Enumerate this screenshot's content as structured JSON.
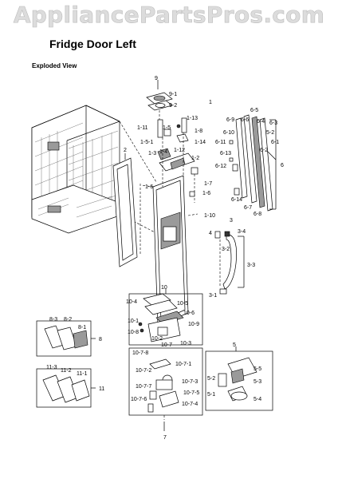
{
  "watermark": "AppliancePartsPros.com",
  "title": "Fridge Door Left",
  "subtitle": "Exploded View",
  "callouts": {
    "c9": "9",
    "c9_1": "9-1",
    "c9_2": "9-2",
    "c1": "1",
    "c1_11": "1-11",
    "c1_5": "1-5",
    "c1_13": "1-13",
    "c1_8": "1-8",
    "c1_5_1": "1-5-1",
    "c1_14": "1-14",
    "c1_3": "1-3",
    "c1_4": "1-4",
    "c1_12": "1-12",
    "c1_2": "1-2",
    "c1_7": "1-7",
    "c1_6a": "1-6",
    "c1_6b": "1-6",
    "c1_10": "1-10",
    "c2": "2",
    "c6_5": "6-5",
    "c6_9": "6-9",
    "c6_6": "6-6",
    "c6_4": "6-4",
    "c6_3": "6-3",
    "c6_10": "6-10",
    "c5_2a": "5-2",
    "c6_11": "6-11",
    "c6_1": "6-1",
    "c6_13": "6-13",
    "c6_2": "6-2",
    "c6_12": "6-12",
    "c6": "6",
    "c6_14": "6-14",
    "c6_7": "6-7",
    "c6_8": "6-8",
    "c3": "3",
    "c4": "4",
    "c3_4": "3-4",
    "c3_2": "3-2",
    "c3_3": "3-3",
    "c3_1": "3-1",
    "c10": "10",
    "c10_4": "10-4",
    "c10_5": "10-5",
    "c10_6": "10-6",
    "c10_1": "10-1",
    "c10_9": "10-9",
    "c10_8": "10-8",
    "c10_2": "10-2",
    "c10_3": "10-3",
    "c10_7": "10-7",
    "c10_7_8": "10-7-8",
    "c10_7_1": "10-7-1",
    "c10_7_2": "10-7-2",
    "c10_7_3": "10-7-3",
    "c10_7_7": "10-7-7",
    "c10_7_5": "10-7-5",
    "c10_7_6": "10-7-6",
    "c10_7_4": "10-7-4",
    "c7": "7",
    "c8_3": "8-3",
    "c8_2": "8-2",
    "c8_1": "8-1",
    "c8": "8",
    "c11_3": "11-3",
    "c11_2": "11-2",
    "c11_1": "11-1",
    "c11": "11",
    "c5": "5",
    "c5_2b": "5-2",
    "c5_5": "5-5",
    "c5_3": "5-3",
    "c5_1": "5-1",
    "c5_4": "5-4"
  }
}
